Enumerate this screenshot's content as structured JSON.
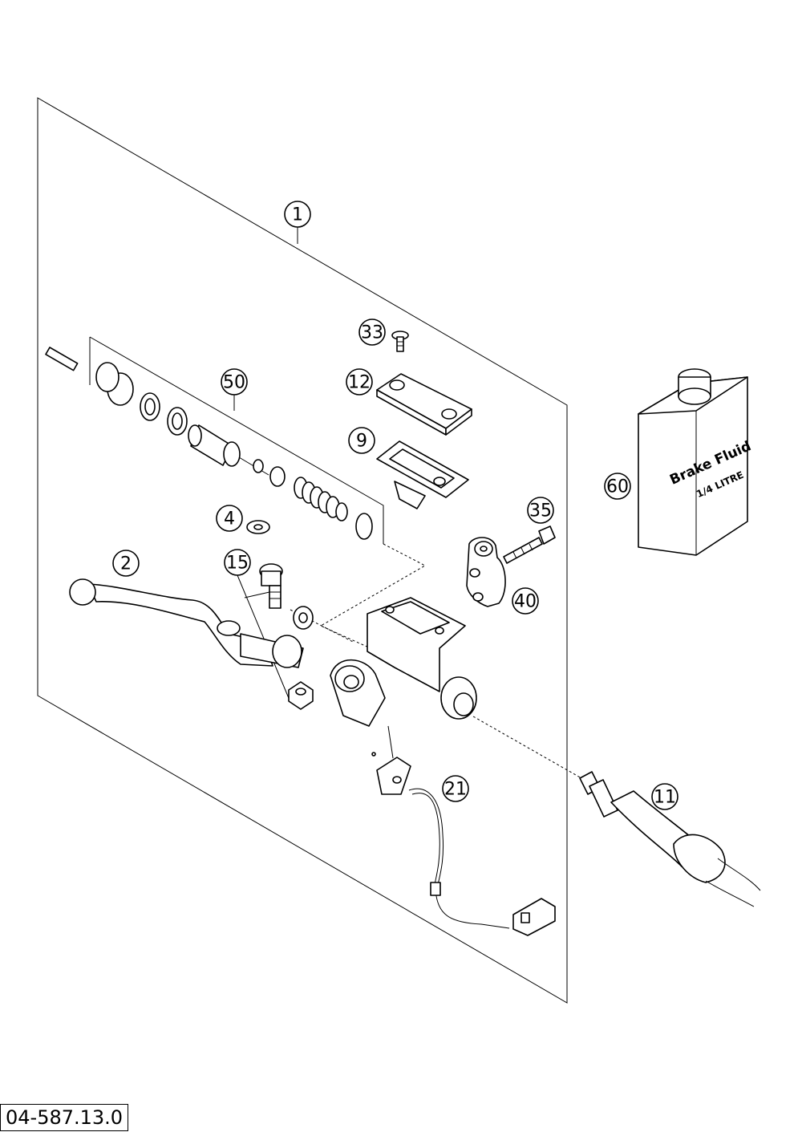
{
  "drawing_number": "04-587.13.0",
  "callouts": {
    "c1": "1",
    "c2": "2",
    "c4": "4",
    "c9": "9",
    "c11": "11",
    "c12": "12",
    "c15": "15",
    "c21": "21",
    "c33": "33",
    "c35": "35",
    "c40": "40",
    "c50": "50",
    "c60": "60"
  },
  "fluid_can": {
    "label_line1": "Brake Fluid",
    "label_line2": "1/4 LITRE"
  },
  "colors": {
    "line": "#000000",
    "background": "#ffffff"
  }
}
